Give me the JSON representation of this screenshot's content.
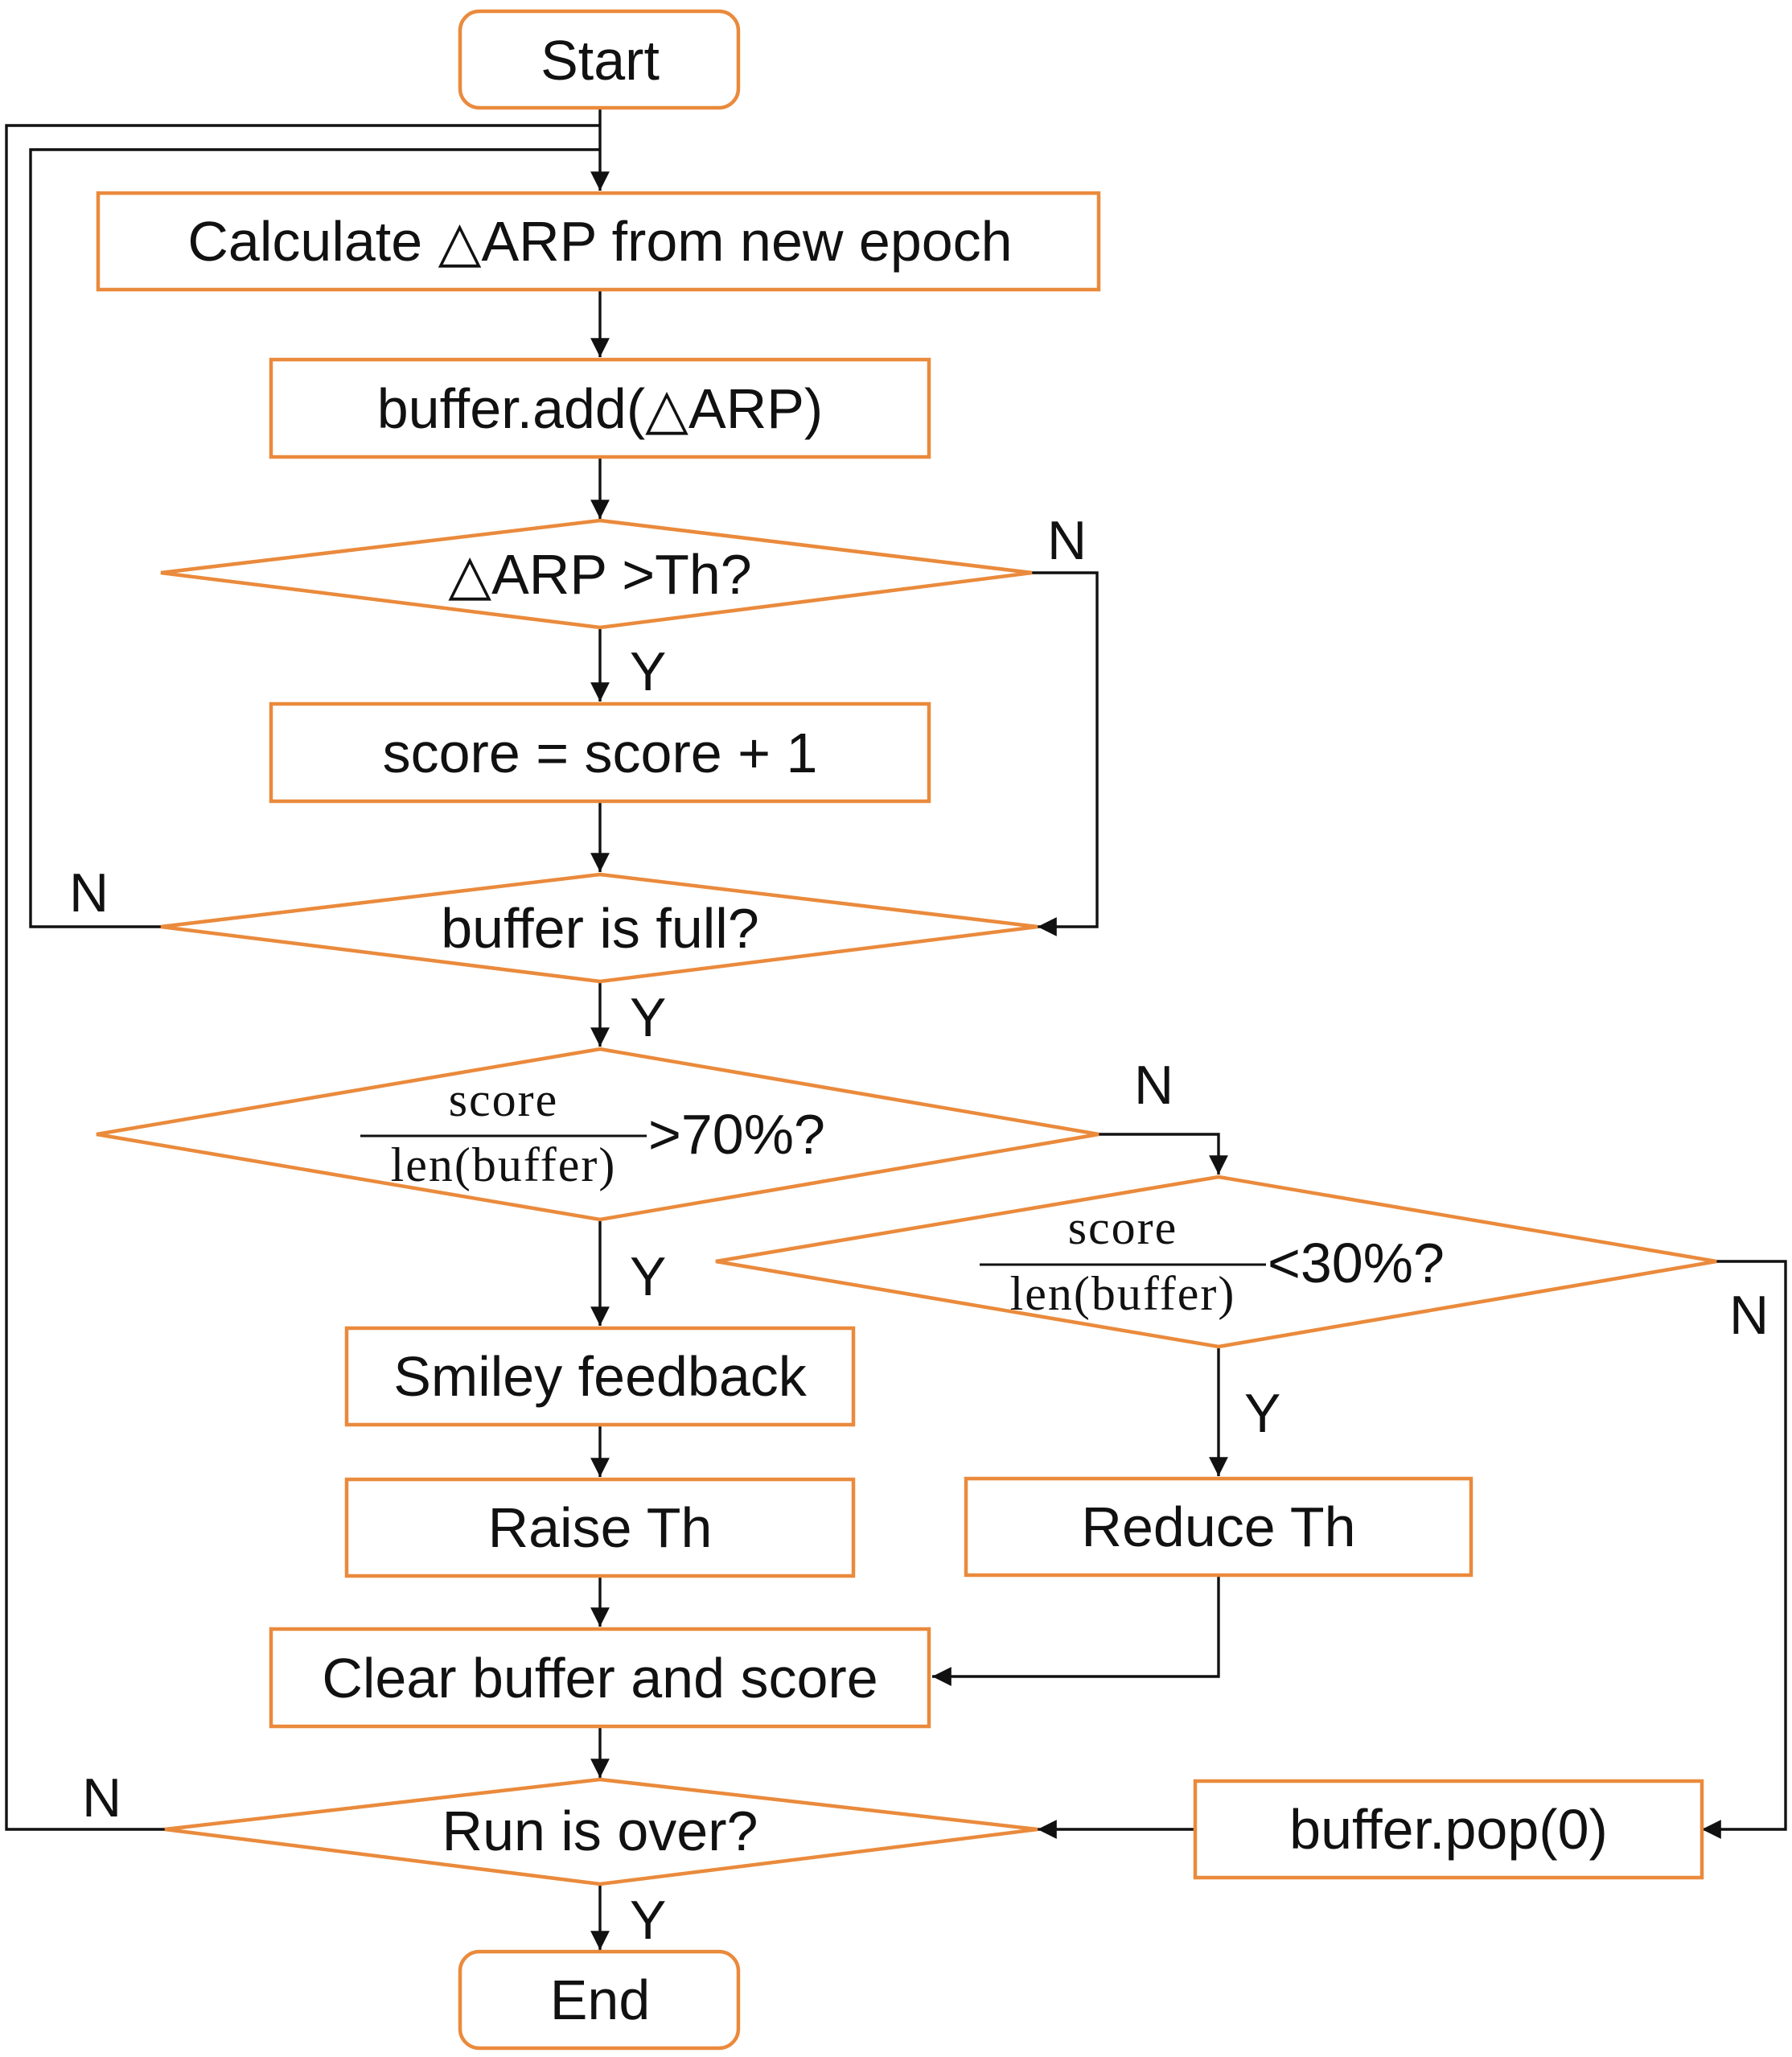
{
  "nodes": {
    "start": "Start",
    "calc": "Calculate  △ARP from new epoch",
    "add": "buffer.add(△ARP)",
    "th": "△ARP >Th?",
    "score_inc": "score = score + 1",
    "full": "buffer is full?",
    "gt70": {
      "num": "score",
      "den": "len(buffer)",
      "cmp": ">70%?"
    },
    "lt30": {
      "num": "score",
      "den": "len(buffer)",
      "cmp": "<30%?"
    },
    "smiley": "Smiley feedback",
    "raise": "Raise Th",
    "reduce": "Reduce Th",
    "clear": "Clear buffer and score",
    "pop": "buffer.pop(0)",
    "over": "Run is over?",
    "end": "End"
  },
  "labels": {
    "th_no": "N",
    "th_yes": "Y",
    "full_no": "N",
    "full_yes": "Y",
    "gt70_no": "N",
    "gt70_yes": "Y",
    "lt30_yes": "Y",
    "lt30_no": "N",
    "over_no": "N",
    "over_yes": "Y"
  },
  "colors": {
    "node_stroke": "#ea8a3c",
    "edge": "#111111"
  }
}
